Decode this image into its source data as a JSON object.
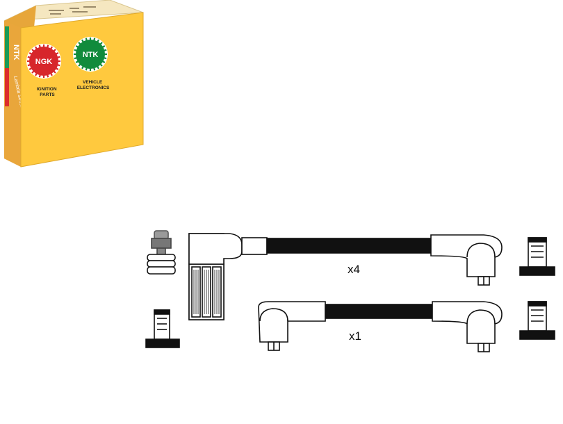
{
  "box": {
    "top_lid_text": "",
    "side_text": "NTK",
    "side_subtext": "Lambda Sensor / Sonde / Sonda",
    "logos": [
      {
        "label": "NGK",
        "caption": "IGNITION\nPARTS",
        "color": "#d7262b"
      },
      {
        "label": "NTK",
        "caption": "VEHICLE\nELECTRONICS",
        "color": "#118b3c"
      }
    ],
    "colors": {
      "front": "#ffc83d",
      "side": "#e9a93a",
      "side_stripe_green": "#1b9a57",
      "side_stripe_red": "#dc2c2c",
      "top": "#f6e6b8"
    }
  },
  "diagram": {
    "quantities": [
      {
        "id": "x4",
        "label": "x4"
      },
      {
        "id": "x1",
        "label": "x1"
      }
    ],
    "icons": [
      "spark-plug-connector-icon",
      "coil-connector-icon",
      "straight-boot-icon",
      "angled-boot-icon",
      "terminal-icon"
    ]
  }
}
